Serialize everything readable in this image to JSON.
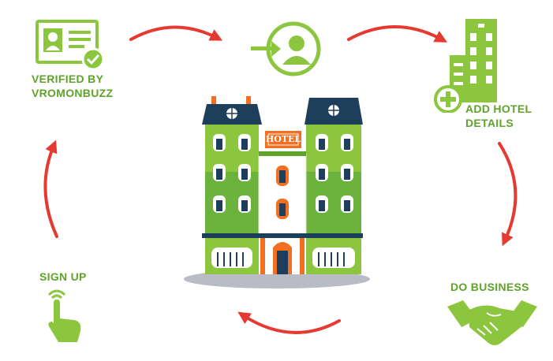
{
  "steps": {
    "verified": {
      "label_line1": "VERIFIED BY",
      "label_line2": "VROMONBUZZ",
      "icon": "id-card-check-icon"
    },
    "login": {
      "icon": "user-login-icon"
    },
    "add_hotel": {
      "label_line1": "ADD HOTEL",
      "label_line2": "DETAILS",
      "icon": "building-plus-icon"
    },
    "do_business": {
      "label": "DO BUSINESS",
      "icon": "handshake-icon"
    },
    "sign_up": {
      "label": "SIGN UP",
      "icon": "tap-hand-icon"
    }
  },
  "hotel": {
    "sign_text": "HOTEL"
  },
  "colors": {
    "green": "#8cc63f",
    "label_green": "#5fa32a",
    "arrow_red": "#e53a32",
    "roof_navy": "#1d3f5c",
    "accent_orange": "#f26f21"
  }
}
